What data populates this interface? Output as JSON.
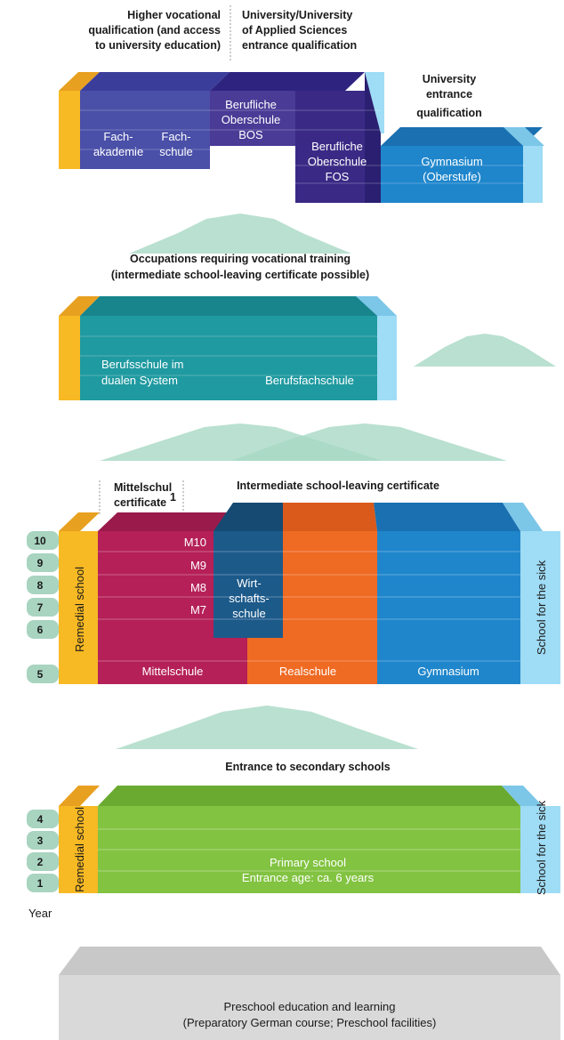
{
  "headings": {
    "higher_vocational": [
      "Higher vocational",
      "qualification (and access",
      "to university education)"
    ],
    "university_applied": [
      "University/University",
      "of Applied Sciences",
      "entrance qualification"
    ],
    "university_entrance": [
      "University",
      "entrance",
      "qualification"
    ],
    "occupations": [
      "Occupations requiring vocational training",
      "(intermediate school-leaving certificate possible)"
    ],
    "mittelschul_cert": [
      "Mittelschul",
      "certificate",
      "1"
    ],
    "intermediate": "Intermediate school-leaving certificate",
    "entrance_secondary": "Entrance to secondary schools"
  },
  "upper": {
    "fachakademie": [
      "Fach-",
      "akademie"
    ],
    "fachschule": [
      "Fach-",
      "schule"
    ],
    "bos": [
      "Berufliche",
      "Oberschule",
      "BOS"
    ],
    "fos": [
      "Berufliche",
      "Oberschule",
      "FOS"
    ],
    "gymnasium_oberstufe": [
      "Gymnasium",
      "(Oberstufe)"
    ]
  },
  "vocational": {
    "berufsschule": [
      "Berufsschule im",
      "dualen System"
    ],
    "berufsfachschule": "Berufsfachschule"
  },
  "secondary": {
    "remedial": "Remedial school",
    "sick": "School for the sick",
    "mittelschule": "Mittelschule",
    "realschule": "Realschule",
    "gymnasium": "Gymnasium",
    "wirtschaftsschule": [
      "Wirt-",
      "schafts-",
      "schule"
    ],
    "m_levels": [
      "M10",
      "M9",
      "M8",
      "M7"
    ],
    "grades": [
      "10",
      "9",
      "8",
      "7",
      "6",
      "5"
    ]
  },
  "primary": {
    "remedial": "Remedial school",
    "sick": "School for the sick",
    "primary_school": [
      "Primary school",
      "Entrance age: ca. 6 years"
    ],
    "grades": [
      "4",
      "3",
      "2",
      "1"
    ]
  },
  "year_label": "Year",
  "preschool": [
    "Preschool education and learning",
    "(Preparatory German course; Preschool facilities)"
  ],
  "colors": {
    "orange_yellow": "#f7b924",
    "light_blue": "#9fdcf5",
    "purple": "#4a3b96",
    "dark_purple": "#3a2a85",
    "blue": "#1f86cc",
    "teal": "#1f9aa0",
    "crimson": "#b52058",
    "orange": "#ef6a23",
    "navy": "#1c5a8a",
    "green": "#82c341",
    "grade_tab": "#a8d4c0",
    "gray": "#d9d9d9"
  }
}
